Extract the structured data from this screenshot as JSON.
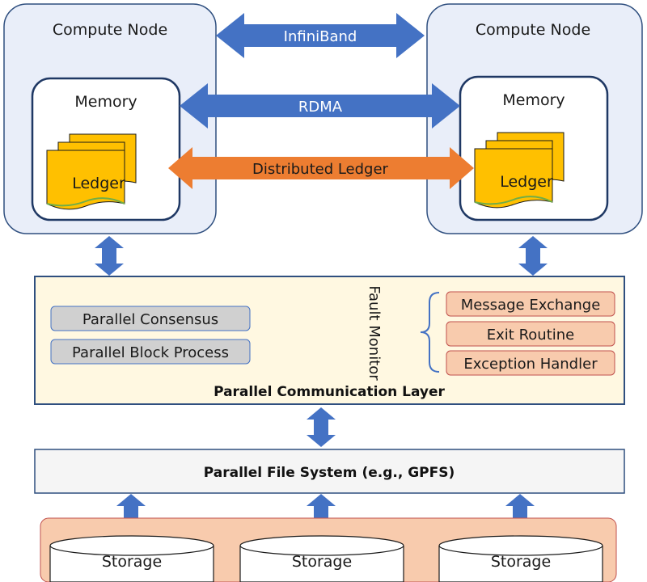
{
  "compute_nodes": [
    {
      "title": "Compute Node",
      "memory_label": "Memory",
      "ledger_label": "Ledger"
    },
    {
      "title": "Compute Node",
      "memory_label": "Memory",
      "ledger_label": "Ledger"
    }
  ],
  "links": {
    "infiniband": "InfiniBand",
    "rdma": "RDMA",
    "distributed_ledger": "Distributed Ledger"
  },
  "communication_layer": {
    "title": "Parallel Communication Layer",
    "left_boxes": [
      "Parallel Consensus",
      "Parallel Block Process"
    ],
    "fault_monitor_label": "Fault Monitor",
    "fault_items": [
      "Message Exchange",
      "Exit Routine",
      "Exception Handler"
    ]
  },
  "file_system": {
    "title": "Parallel File System (e.g., GPFS)"
  },
  "storage": {
    "items": [
      "Storage",
      "Storage",
      "Storage"
    ]
  },
  "colors": {
    "node_bg": "#e9eef9",
    "node_border": "#2f4f7f",
    "ledger_fill": "#ffc000",
    "arrow_blue": "#4472c4",
    "arrow_orange": "#ed7d31",
    "comm_layer_bg": "#fff8e1",
    "gray_box": "#d0d0d0",
    "salmon_box": "#f8cbad",
    "storage_bg": "#f8cbad"
  }
}
